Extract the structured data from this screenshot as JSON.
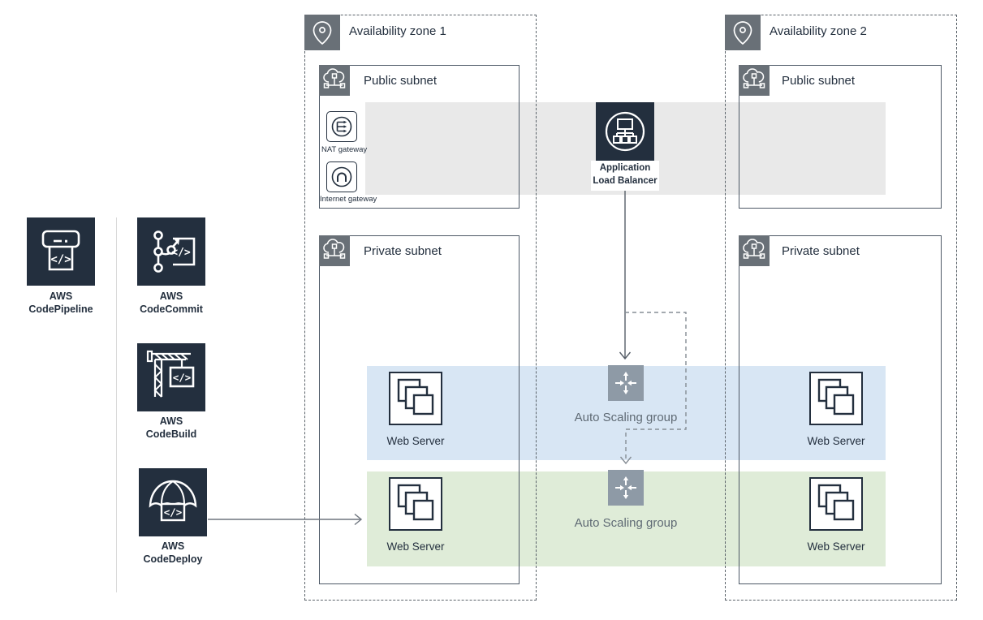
{
  "tools": [
    {
      "line1": "AWS",
      "line2": "CodePipeline"
    },
    {
      "line1": "AWS",
      "line2": "CodeCommit"
    },
    {
      "line1": "AWS",
      "line2": "CodeBuild"
    },
    {
      "line1": "AWS",
      "line2": "CodeDeploy"
    }
  ],
  "zones": [
    {
      "title": "Availability zone 1"
    },
    {
      "title": "Availability zone 2"
    }
  ],
  "subnets": {
    "public": "Public subnet",
    "private": "Private subnet"
  },
  "gateways": {
    "nat": "NAT gateway",
    "internet": "Internet gateway"
  },
  "load_balancer": {
    "line1": "Application",
    "line2": "Load Balancer"
  },
  "auto_scaling": {
    "label": "Auto Scaling group"
  },
  "web_server_label": "Web Server",
  "colors": {
    "aws_dark": "#232f3e",
    "zone_icon_gray": "#697077",
    "asg_icon_gray": "#8e9aa6",
    "public_band_gray": "#e9e9e9",
    "asg_band_blue": "#d8e6f4",
    "asg_band_green": "#dfecd8",
    "solid_line": "#565e68",
    "dashed_line": "#868d95"
  }
}
